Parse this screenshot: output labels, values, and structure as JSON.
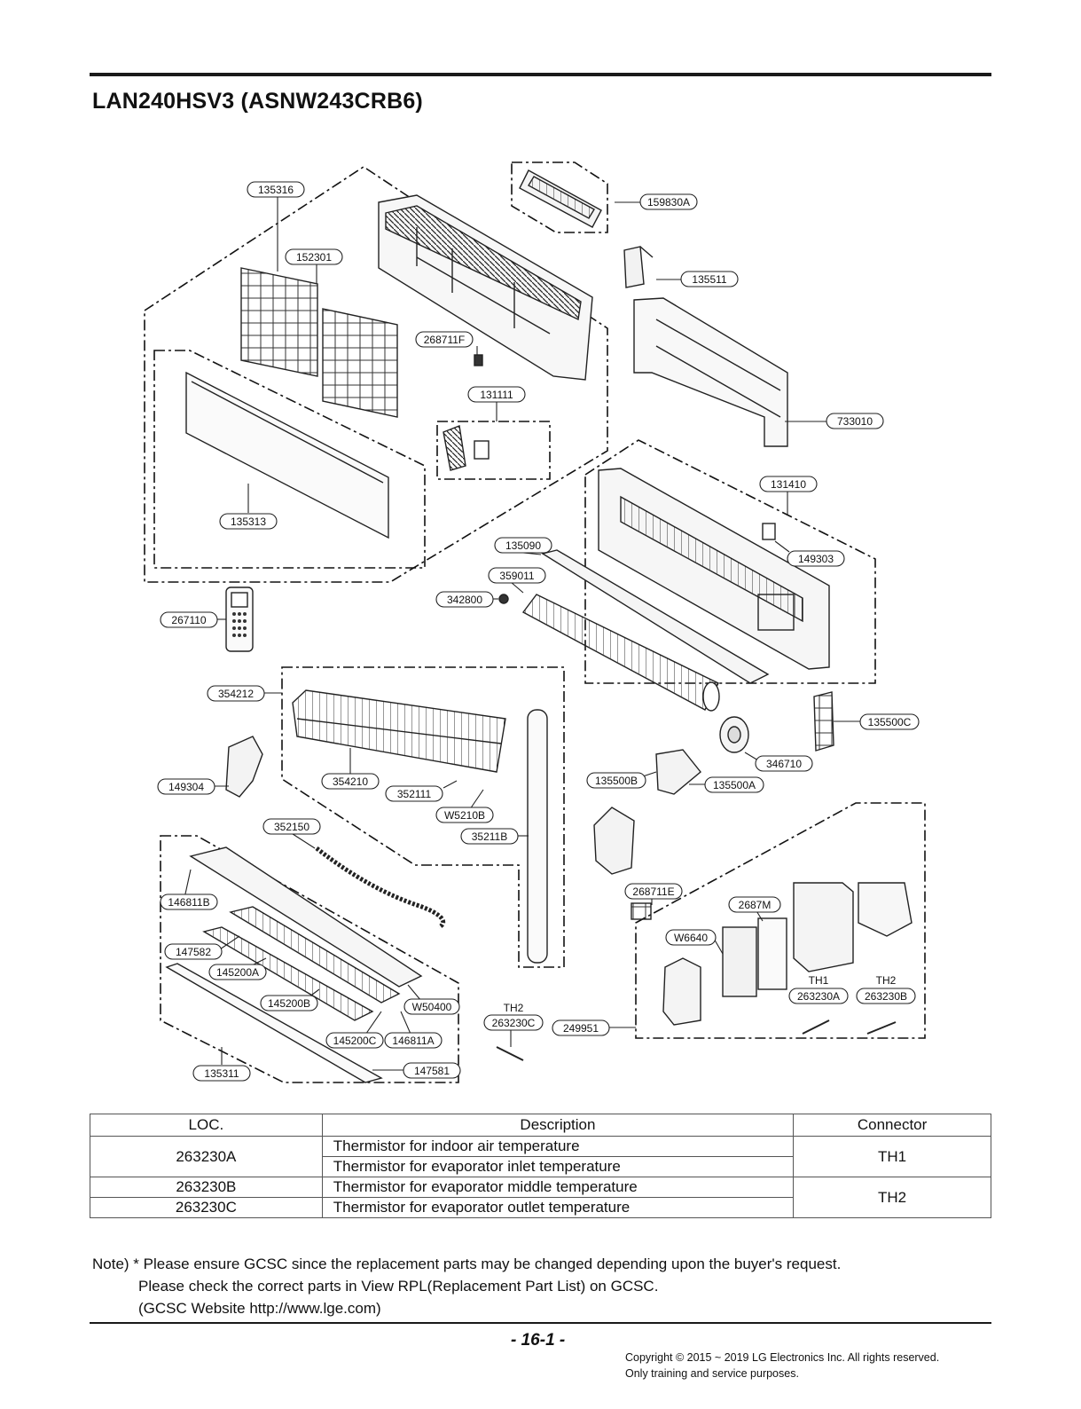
{
  "page_title": "LAN240HSV3 (ASNW243CRB6)",
  "callouts": {
    "c135316": "135316",
    "c159830A": "159830A",
    "c152301": "152301",
    "c135511": "135511",
    "c268711F": "268711F",
    "c131111": "131111",
    "c733010": "733010",
    "c131410": "131410",
    "c135313": "135313",
    "c135090": "135090",
    "c359011": "359011",
    "c149303": "149303",
    "c342800": "342800",
    "c267110": "267110",
    "c354212": "354212",
    "c135500C": "135500C",
    "c346710": "346710",
    "c149304": "149304",
    "c354210": "354210",
    "c352111": "352111",
    "c135500B": "135500B",
    "c135500A": "135500A",
    "cW5210B": "W5210B",
    "c352150": "352150",
    "c35211B": "35211B",
    "c268711E": "268711E",
    "c2687M": "2687M",
    "c146811B": "146811B",
    "cW6640": "W6640",
    "c147582": "147582",
    "c145200A": "145200A",
    "c263230A": "263230A",
    "c263230B": "263230B",
    "c145200B": "145200B",
    "cW50400": "W50400",
    "c263230C": "263230C",
    "c249951": "249951",
    "c145200C": "145200C",
    "c146811A": "146811A",
    "c135311": "135311",
    "c147581": "147581"
  },
  "tags": {
    "th1": "TH1",
    "th2_right": "TH2",
    "th2_left": "TH2"
  },
  "table": {
    "headers": {
      "loc": "LOC.",
      "description": "Description",
      "connector": "Connector"
    },
    "rows": {
      "r1": {
        "loc": "263230A",
        "desc1": "Thermistor for indoor air temperature",
        "desc2": "Thermistor for evaporator inlet temperature",
        "connector": "TH1"
      },
      "r2": {
        "loc": "263230B",
        "desc": "Thermistor for evaporator middle temperature",
        "connector": "TH2"
      },
      "r3": {
        "loc": "263230C",
        "desc": "Thermistor for evaporator outlet temperature"
      }
    }
  },
  "note": {
    "line1": "Note) * Please ensure GCSC since the replacement parts may be changed depending upon the buyer's request.",
    "line2": "Please check  the correct parts in View RPL(Replacement Part List) on GCSC.",
    "line3": "(GCSC Website  http://www.lge.com)"
  },
  "footer": {
    "page_number": "- 16-1 -",
    "copyright": "Copyright © 2015 ~ 2019 LG Electronics Inc. All rights reserved.",
    "usage": "Only training and service purposes."
  }
}
